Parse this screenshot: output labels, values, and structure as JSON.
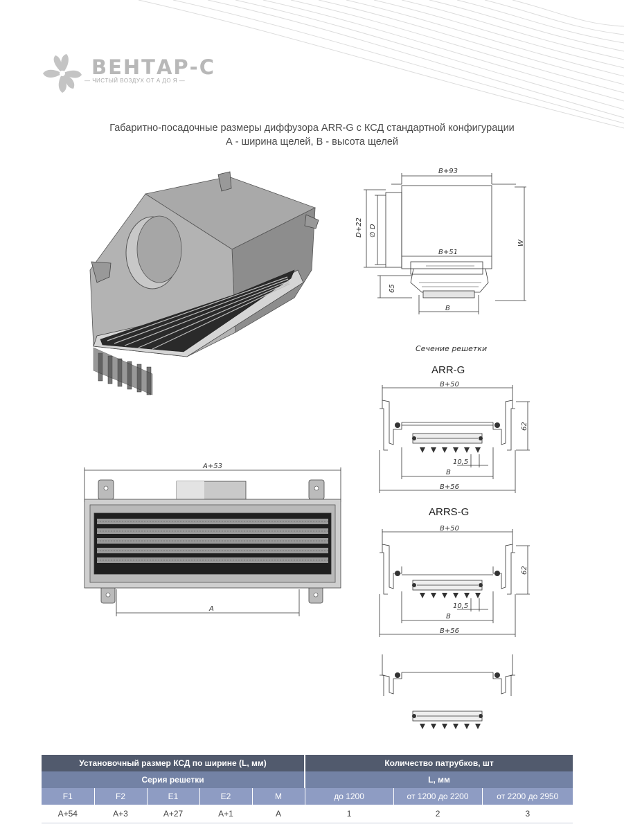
{
  "brand": {
    "name": "ВЕНТАР-С",
    "tagline": "— ЧИСТЫЙ ВОЗДУХ ОТ А ДО Я —",
    "logo_icon": "fan-icon",
    "color": "#b8b8b8"
  },
  "title": {
    "line1": "Габаритно-посадочные размеры диффузора ARR-G с КСД стандартной конфигурации",
    "line2": "А - ширина щелей, В - высота щелей"
  },
  "side_view": {
    "b93": "B+93",
    "d22": "D+22",
    "d": "∅ D",
    "b51": "B+51",
    "w": "W",
    "h65": "65",
    "b": "B"
  },
  "front_view": {
    "a53": "A+53",
    "a": "A"
  },
  "section_caption": "Сечение решетки",
  "arr_g": {
    "title": "ARR-G",
    "b50": "B+50",
    "h62": "62",
    "d105": "10,5",
    "b": "B",
    "b56": "B+56"
  },
  "arrs_g": {
    "title": "ARRS-G",
    "b50": "B+50",
    "h62": "62",
    "d105": "10,5",
    "b": "B",
    "b56": "B+56"
  },
  "table": {
    "left_header": "Установочный размер КСД по ширине (L, мм)",
    "right_header": "Количество патрубков, шт",
    "left_sub": "Серия решетки",
    "right_sub": "L, мм",
    "cols": [
      "F1",
      "F2",
      "E1",
      "E2",
      "M",
      "до 1200",
      "от 1200 до 2200",
      "от 2200 до 2950"
    ],
    "row": [
      "A+54",
      "A+3",
      "A+27",
      "A+1",
      "A",
      "1",
      "2",
      "3"
    ]
  },
  "colors": {
    "header_dark": "#515a6d",
    "header_mid": "#7382a5",
    "header_light": "#8e9cc3"
  }
}
